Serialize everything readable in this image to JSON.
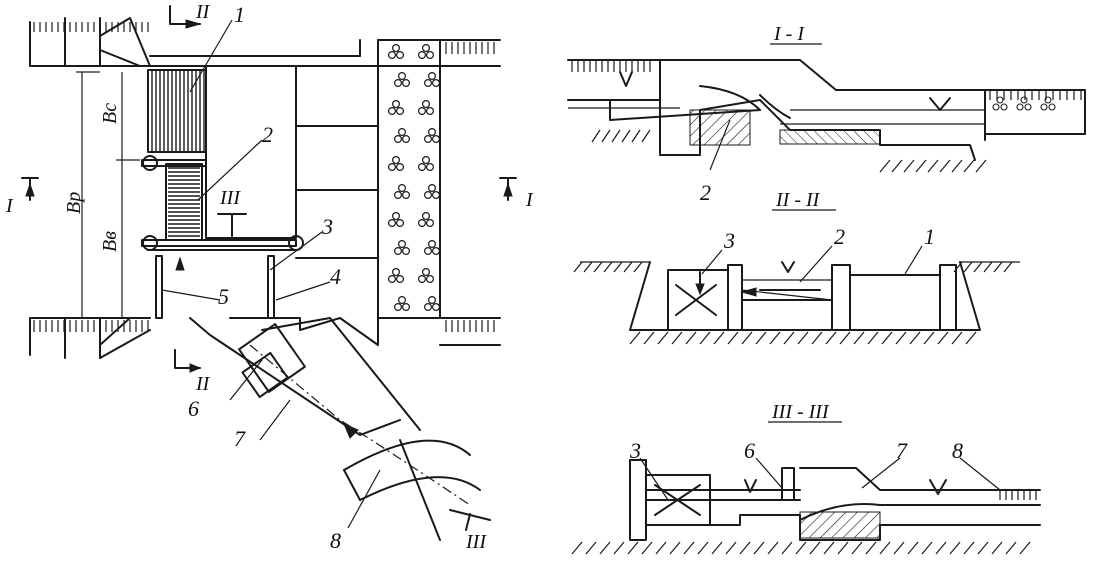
{
  "section_titles": {
    "s1": "I - I",
    "s2": "II - II",
    "s3": "III - III"
  },
  "cut_marks": {
    "top": "II",
    "bottom": "II",
    "left": "I",
    "right": "I",
    "inner": "III",
    "channel_end": "III"
  },
  "dimensions": {
    "b_c": "Bc",
    "b_p": "Bp",
    "b_b": "Bв"
  },
  "callouts": {
    "plan": [
      "1",
      "2",
      "3",
      "4",
      "5",
      "6",
      "7",
      "8"
    ],
    "section1": [
      "2"
    ],
    "section2": [
      "3",
      "2",
      "1"
    ],
    "section3": [
      "3",
      "6",
      "7",
      "8"
    ]
  }
}
